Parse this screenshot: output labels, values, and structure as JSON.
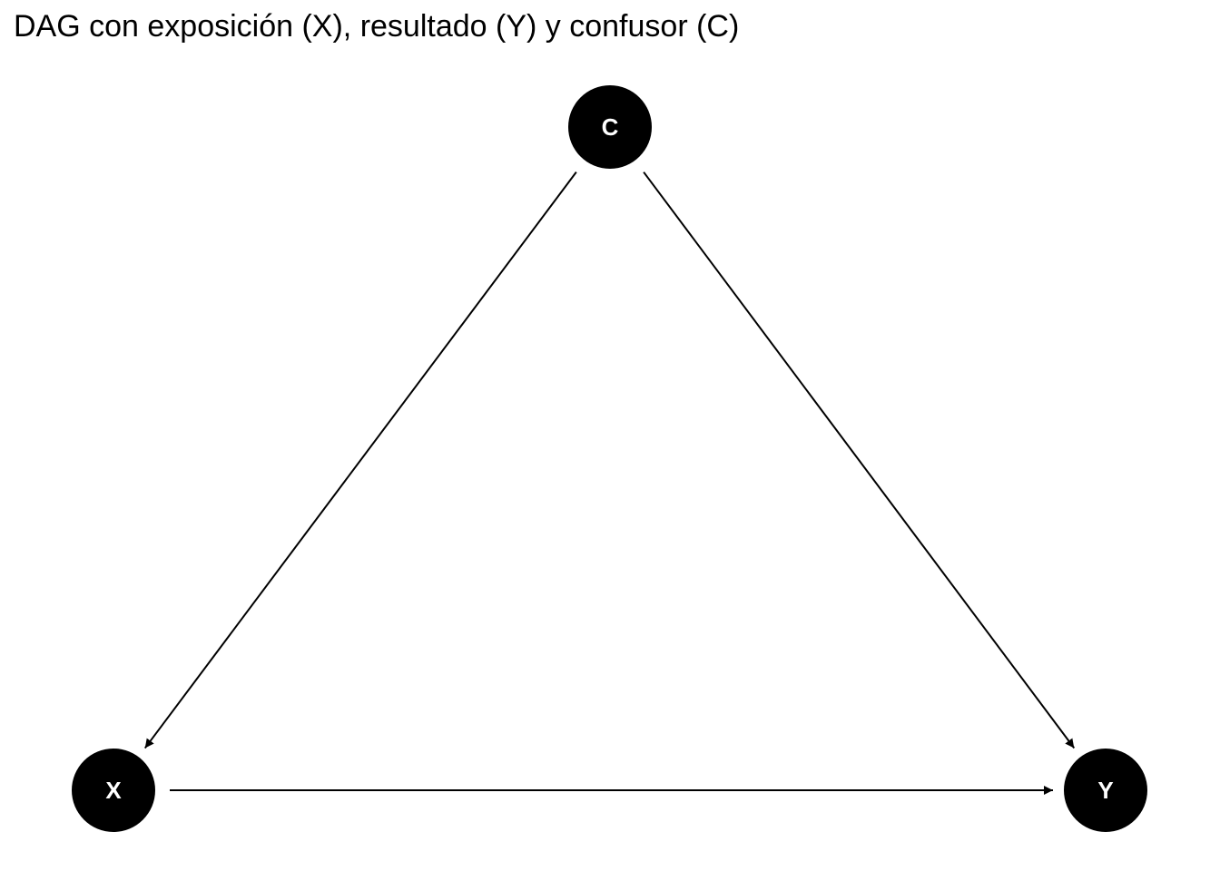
{
  "title": "DAG con exposición (X), resultado (Y) y confusor (C)",
  "nodes": [
    {
      "id": "C",
      "label": "C",
      "role": "confusor"
    },
    {
      "id": "X",
      "label": "X",
      "role": "exposición"
    },
    {
      "id": "Y",
      "label": "Y",
      "role": "resultado"
    }
  ],
  "edges": [
    {
      "from": "C",
      "to": "X"
    },
    {
      "from": "C",
      "to": "Y"
    },
    {
      "from": "X",
      "to": "Y"
    }
  ],
  "colors": {
    "node_fill": "#000000",
    "node_text": "#ffffff",
    "edge": "#000000"
  }
}
